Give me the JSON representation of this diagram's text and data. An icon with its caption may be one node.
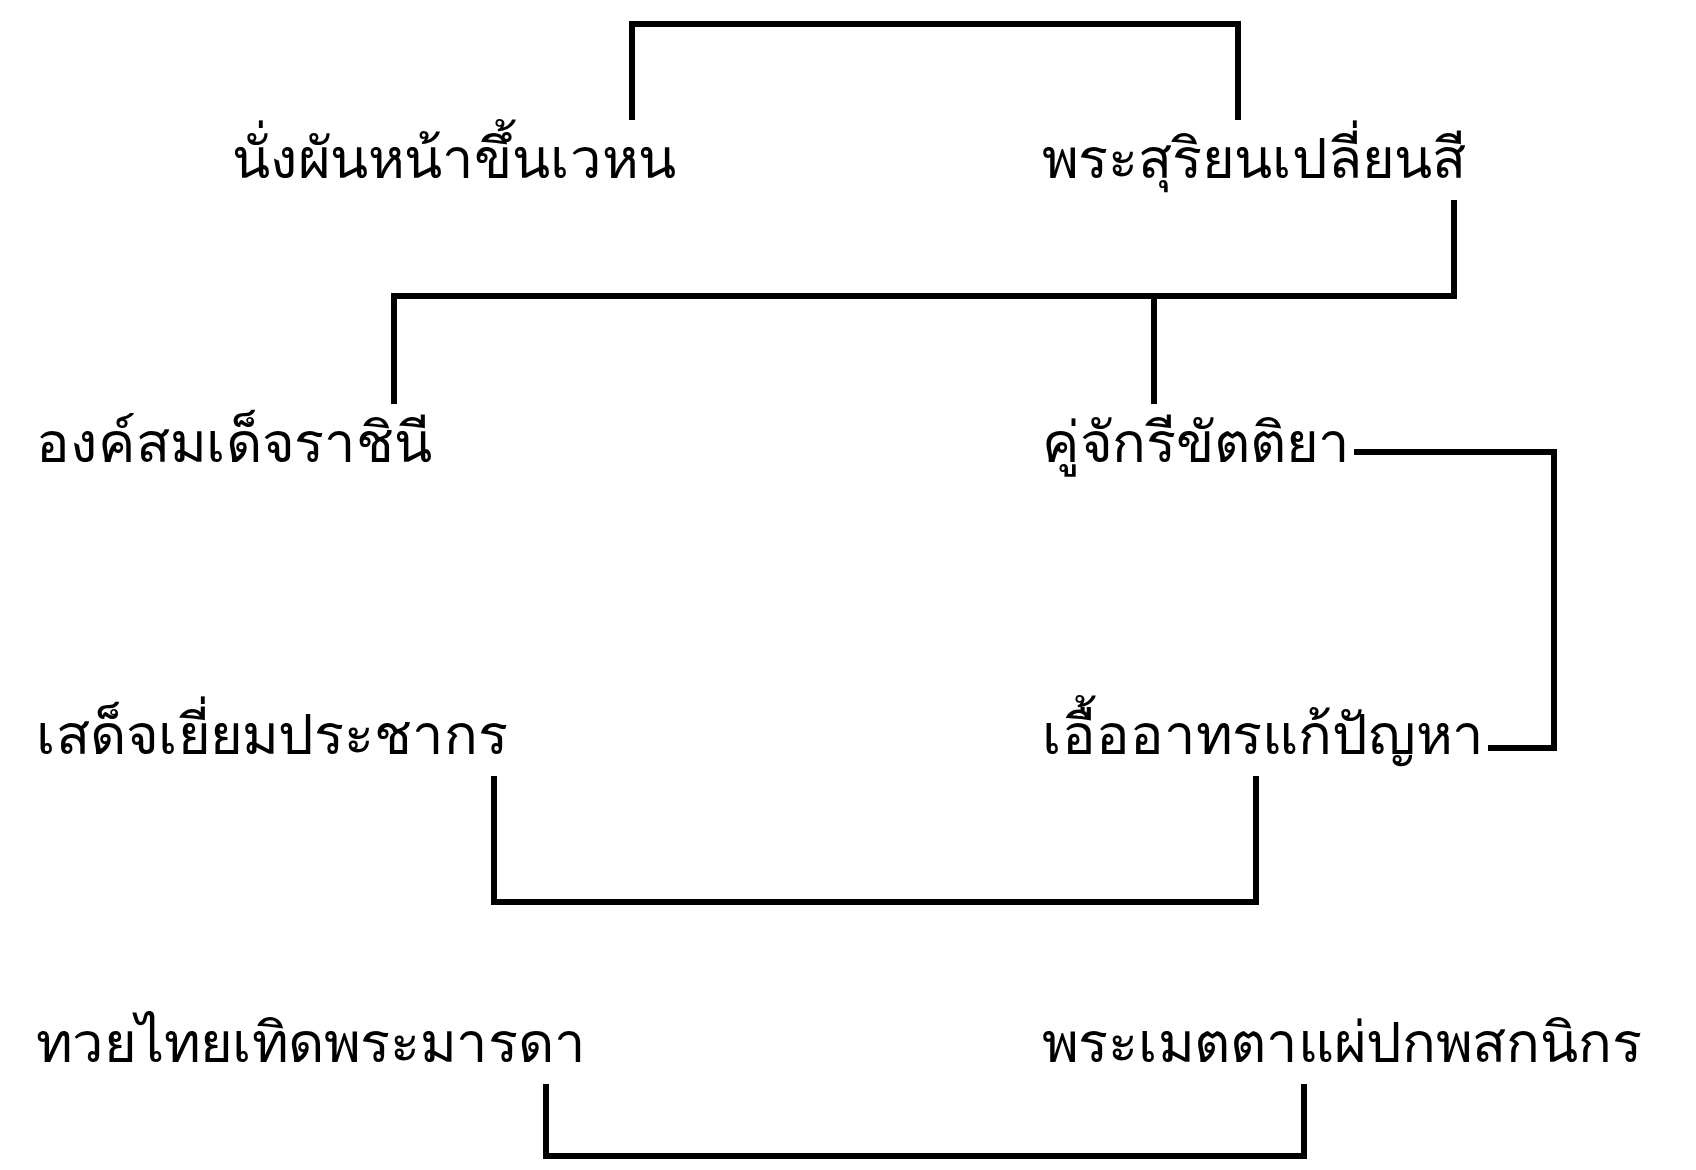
{
  "diagram": {
    "nodes": [
      {
        "text": [
          "นั่งผันหน้าขึ้นเวหน"
        ]
      },
      {
        "text": [
          "พระสุริยนเปลี่ยนสี"
        ]
      },
      {
        "text": [
          "องค์สมเด็จราชินี"
        ]
      },
      {
        "text": [
          "คู่จักรีขัตติยา"
        ]
      },
      {
        "text": [
          "เสด็จเยี่ยมประชากร"
        ]
      },
      {
        "text": [
          "เอื้ออาทรแก้ปัญหา"
        ]
      },
      {
        "text": [
          "ทวยไทยเทิดพระมารดา"
        ]
      },
      {
        "text": [
          "พระเมตตาแผ่ปกพสกนิกร"
        ]
      }
    ],
    "edges": [
      {
        "from": 0,
        "to": 1,
        "arrow": "none"
      },
      {
        "from": 1,
        "to": 2,
        "arrow": "none"
      },
      {
        "from": 1,
        "to": 3,
        "arrow": "none"
      },
      {
        "from": 3,
        "to": 5,
        "arrow": "none"
      },
      {
        "from": 4,
        "to": 5,
        "arrow": "none"
      },
      {
        "from": 6,
        "to": 7,
        "arrow": "none"
      }
    ]
  }
}
